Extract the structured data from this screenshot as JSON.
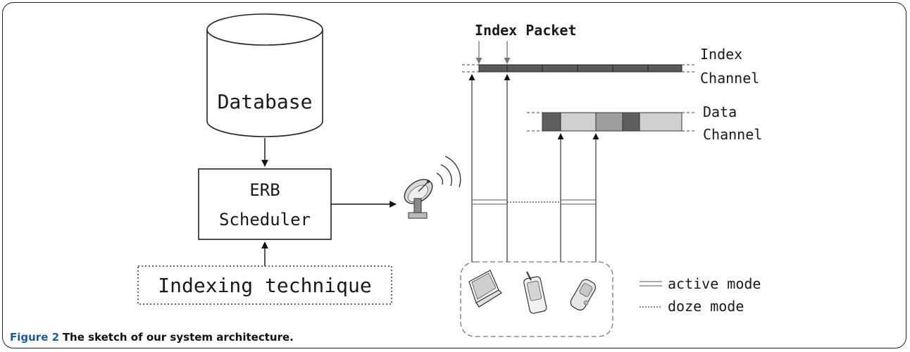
{
  "diagram": {
    "database_label": "Database",
    "scheduler_label_line1": "ERB",
    "scheduler_label_line2": "Scheduler",
    "indexing_label": "Indexing technique",
    "index_packet_label": "Index Packet",
    "index_channel_line1": "Index",
    "index_channel_line2": "Channel",
    "data_channel_line1": "Data",
    "data_channel_line2": "Channel",
    "legend_active": "active mode",
    "legend_doze": "doze mode",
    "devices": [
      "laptop-icon",
      "pda-icon",
      "mobile-phone-icon"
    ],
    "antenna_icon": "satellite-dish-icon",
    "colors": {
      "index_bar": "#5a5a5a",
      "data_dark": "#5e5e5e",
      "data_mid": "#9e9e9e",
      "data_light": "#d0d0d0",
      "caption_label": "#1d5a9c"
    }
  },
  "caption": {
    "label": "Figure 2",
    "text": "The sketch of our system architecture."
  }
}
